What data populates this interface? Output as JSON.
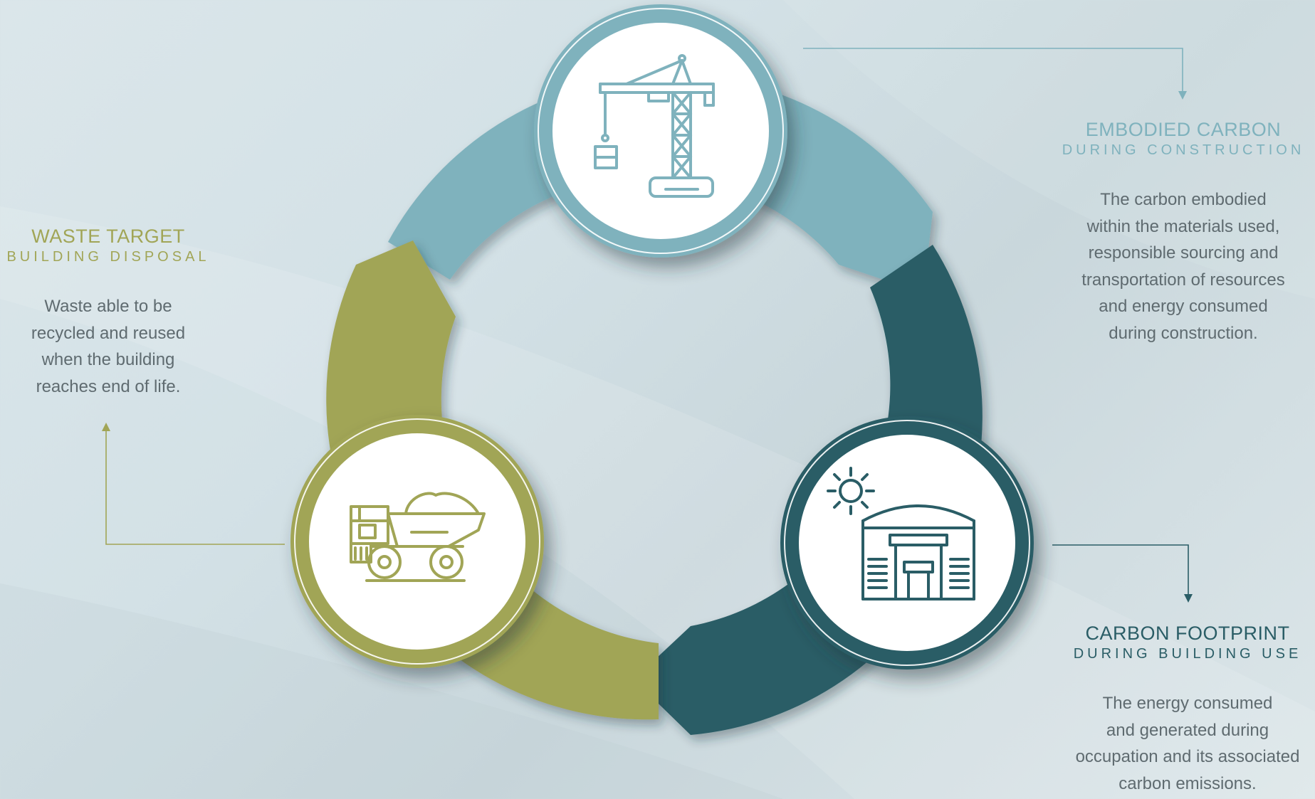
{
  "colors": {
    "embodied": "#7fb2bd",
    "footprint": "#2a5d66",
    "waste": "#a1a556",
    "background": "#d6e2e6",
    "body_text": "#5f6b70"
  },
  "stages": [
    {
      "id": "embodied",
      "icon": "tower-crane-icon",
      "title": "EMBODIED CARBON",
      "subtitle": "DURING CONSTRUCTION",
      "lines": [
        "The carbon embodied",
        "within the materials used,",
        "responsible sourcing and",
        "transportation of resources",
        "and energy consumed",
        "during construction."
      ]
    },
    {
      "id": "footprint",
      "icon": "warehouse-sun-icon",
      "title": "CARBON FOOTPRINT",
      "subtitle": "DURING BUILDING USE",
      "lines": [
        "The energy consumed",
        "and generated during",
        "occupation and its associated",
        "carbon emissions."
      ]
    },
    {
      "id": "waste",
      "icon": "dump-truck-icon",
      "title": "WASTE TARGET",
      "subtitle": "BUILDING DISPOSAL",
      "lines": [
        "Waste able to be",
        "recycled and reused",
        "when the building",
        "reaches end of life."
      ]
    }
  ]
}
